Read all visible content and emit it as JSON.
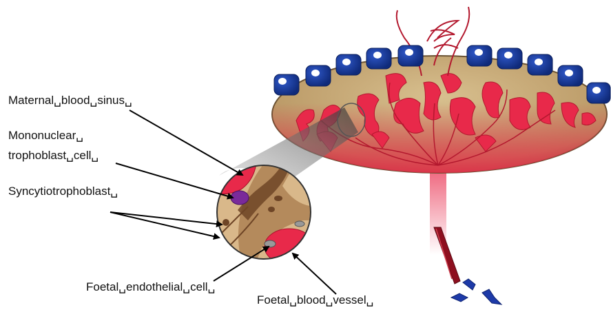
{
  "labels": {
    "maternal_blood_sinus": "Maternal␣blood␣sinus␣",
    "mononuclear_line1": "Mononuclear␣",
    "mononuclear_line2": "trophoblast␣cell␣",
    "syncytiotrophoblast": "Syncytiotrophoblast␣",
    "foetal_endothelial_cell": "Foetal␣endothelial␣cell␣",
    "foetal_blood_vessel": "Foetal␣blood␣vessel␣"
  },
  "colors": {
    "placenta_body": "#c6a978",
    "placenta_edge": "#6b5333",
    "maternal_cell": "#18389a",
    "villi": "#e8294a",
    "villi_dark": "#a8122c",
    "vessel_line": "#b3182e",
    "umbilical_cord": "#8e0f1f",
    "blue_fragments": "#1d3aa8",
    "zoom_cone": "#7b7b7b",
    "inset_tan": "#b48a5c",
    "inset_light": "#d9b88a",
    "inset_dark": "#6e4526",
    "inset_purple": "#7a2a9a",
    "arrow": "#000000"
  }
}
